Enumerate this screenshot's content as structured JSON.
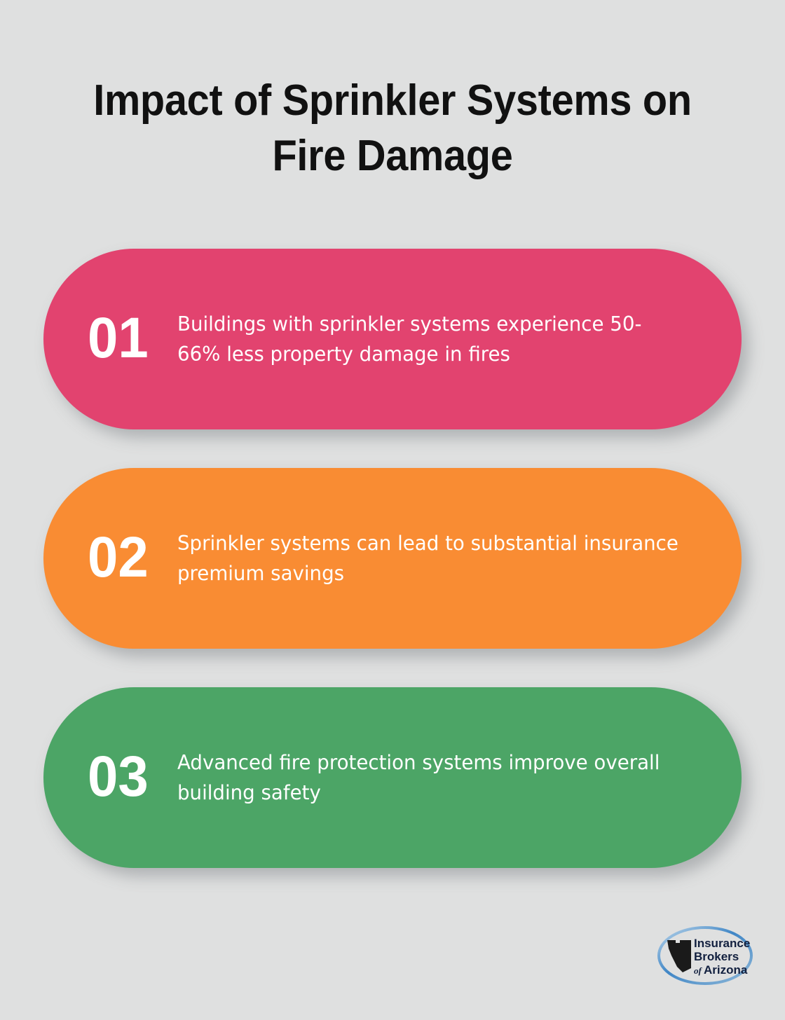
{
  "page": {
    "background_color": "#dfe0e0",
    "title": "Impact of Sprinkler Systems on\nFire Damage",
    "title_color": "#111111"
  },
  "cards": [
    {
      "number": "01",
      "text": "Buildings with sprinkler systems experience 50-66% less property damage in fires",
      "color": "#e2436f",
      "text_color": "#ffffff"
    },
    {
      "number": "02",
      "text": "Sprinkler systems can lead to substantial insurance premium savings",
      "color": "#f98c33",
      "text_color": "#ffffff"
    },
    {
      "number": "03",
      "text": "Advanced fire protection systems improve overall building safety",
      "color": "#4ca566",
      "text_color": "#ffffff"
    }
  ],
  "logo": {
    "name": "insurance-brokers-of-arizona-logo",
    "line1": "Insurance",
    "line2": "Brokers",
    "line3_prefix": "of",
    "line3": "Arizona",
    "ring_color": "#2f7fc4",
    "state_color": "#1a1a1a",
    "text_color": "#12203f"
  }
}
